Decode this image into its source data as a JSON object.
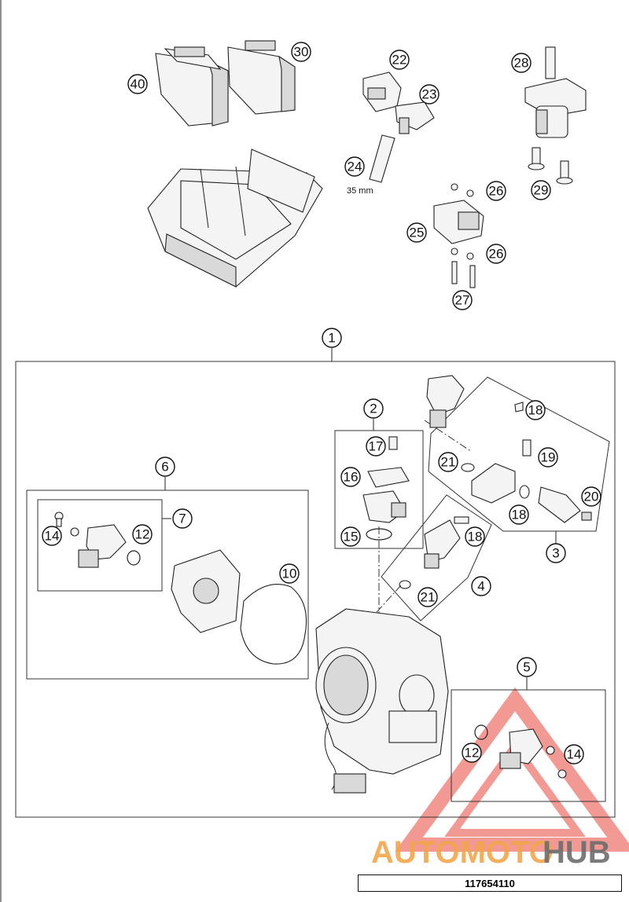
{
  "diagram": {
    "callouts": [
      "1",
      "2",
      "3",
      "4",
      "5",
      "6",
      "7",
      "10",
      "12",
      "12",
      "14",
      "14",
      "15",
      "16",
      "17",
      "18",
      "18",
      "18",
      "19",
      "20",
      "21",
      "21",
      "22",
      "23",
      "24",
      "25",
      "26",
      "26",
      "27",
      "28",
      "29",
      "30",
      "40"
    ],
    "dimension_label": "35 mm",
    "reference_number": "117654110"
  },
  "watermark": {
    "brand_left": "AUTOMOTO",
    "brand_right": "HUB",
    "color_primary": "#e8463c",
    "color_secondary": "#f3a64b",
    "color_dark": "#6d6d6d"
  }
}
